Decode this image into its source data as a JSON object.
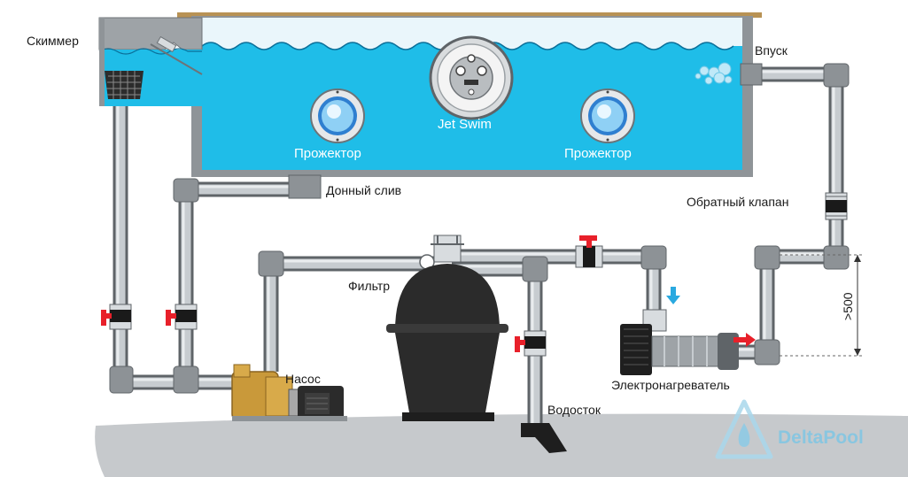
{
  "labels": {
    "skimmer": "Скиммер",
    "inlet": "Впуск",
    "jet_swim": "Jet Swim",
    "spotlight_left": "Прожектор",
    "spotlight_right": "Прожектор",
    "bottom_drain": "Донный слив",
    "check_valve": "Обратный клапан",
    "filter": "Фильтр",
    "pump": "Насос",
    "drain": "Водосток",
    "heater": "Электронагреватель",
    "height_mark": ">500"
  },
  "brand": {
    "name": "DeltaPool"
  },
  "colors": {
    "water": "#1fbde8",
    "pipe": "#5f6468",
    "valve_handle": "#e8202a",
    "pump_body": "#c9993a",
    "filter_tank": "#2b2b2b",
    "arrow_red": "#e8202a",
    "arrow_blue": "#2aa9e0",
    "brand": "#7fc6e4"
  }
}
